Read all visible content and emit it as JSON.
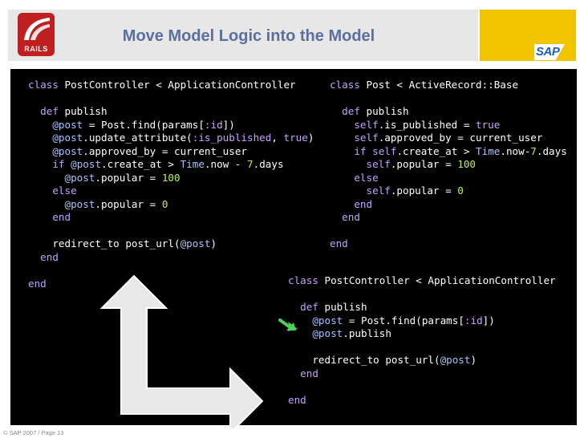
{
  "slide": {
    "title": "Move Model Logic into the Model",
    "rails_logo_text": "RAILS",
    "sap_logo_text": "SAP",
    "footer": "© SAP 2007 / Page 13"
  },
  "code": {
    "controller_before": [
      "class PostController < ApplicationController",
      "",
      "  def publish",
      "    @post = Post.find(params[:id])",
      "    @post.update_attribute(:is_published, true)",
      "    @post.approved_by = current_user",
      "    if @post.create_at > Time.now - 7.days",
      "      @post.popular = 100",
      "    else",
      "      @post.popular = 0",
      "    end",
      "",
      "    redirect_to post_url(@post)",
      "  end",
      "",
      "end"
    ],
    "model_after": [
      "class Post < ActiveRecord::Base",
      "",
      "  def publish",
      "    self.is_published = true",
      "    self.approved_by = current_user",
      "    if self.create_at > Time.now-7.days",
      "      self.popular = 100",
      "    else",
      "      self.popular = 0",
      "    end",
      "  end",
      "",
      "end"
    ],
    "controller_after": [
      "class PostController < ApplicationController",
      "",
      "  def publish",
      "    @post = Post.find(params[:id])",
      "    @post.publish",
      "",
      "    redirect_to post_url(@post)",
      "  end",
      "",
      "end"
    ]
  },
  "colors": {
    "title": "#5a6f9d",
    "keyword": "#c5a0ff",
    "instance_var": "#a9c2ff",
    "number": "#b9f05b",
    "highlight_arrow": "#4fd05a",
    "header_gold": "#f2c400"
  },
  "icons": [
    "rails-logo",
    "sap-logo",
    "flow-arrow-icon",
    "highlight-arrow-icon"
  ]
}
